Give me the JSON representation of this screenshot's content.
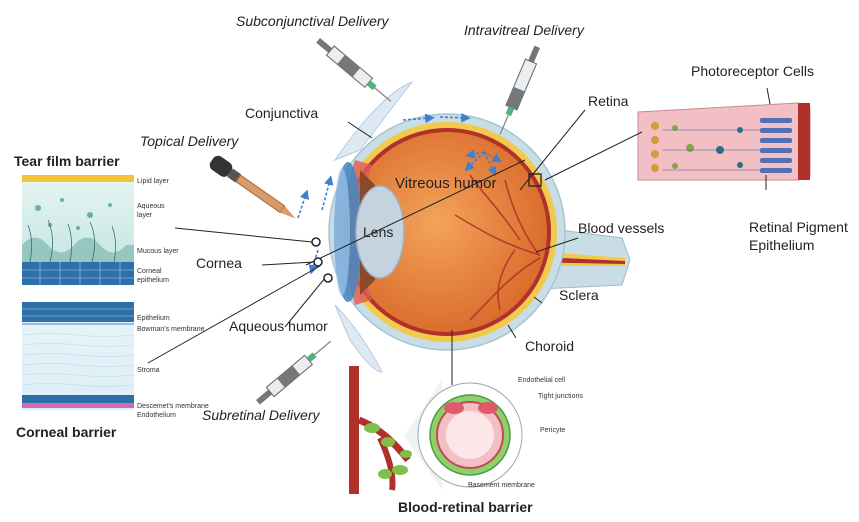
{
  "delivery": {
    "subconjunctival": "Subconjunctival Delivery",
    "intravitreal": "Intravitreal Delivery",
    "topical": "Topical Delivery",
    "subretinal": "Subretinal Delivery"
  },
  "eye": {
    "conjunctiva": "Conjunctiva",
    "retina": "Retina",
    "vitreous": "Vitreous humor",
    "lens": "Lens",
    "cornea": "Cornea",
    "aqueous": "Aqueous humor",
    "blood_vessels": "Blood vessels",
    "sclera": "Sclera",
    "choroid": "Choroid"
  },
  "retina_panel": {
    "photoreceptor": "Photoreceptor Cells",
    "rpe_line1": "Retinal Pigment",
    "rpe_line2": "Epithelium"
  },
  "tear_film": {
    "title": "Tear film barrier",
    "lipid": "Lipid layer",
    "aqueous_1": "Aqueous",
    "aqueous_2": "layer",
    "mucous": "Mucous layer",
    "corneal_1": "Corneal",
    "corneal_2": "epithelium"
  },
  "corneal_barrier": {
    "title": "Corneal barrier",
    "epithelium": "Epithelium",
    "bowman": "Bowman's membrane",
    "stroma": "Stroma",
    "descemet": "Descemet's membrane",
    "endothelium": "Endothelium"
  },
  "brb": {
    "title": "Blood-retinal barrier",
    "endothelial": "Endothelial cell",
    "tight": "Tight junctions",
    "pericyte": "Pericyte",
    "basement": "Basement membrane"
  },
  "colors": {
    "eye_orange": "#e8823a",
    "sclera": "#c9dde6",
    "cornea_blue": "#4a86c0",
    "lens": "#c4d3de",
    "vessel_red": "#b0302a",
    "retina_pink": "#f2c0c4",
    "arrow_blue": "#3f7fcf"
  }
}
